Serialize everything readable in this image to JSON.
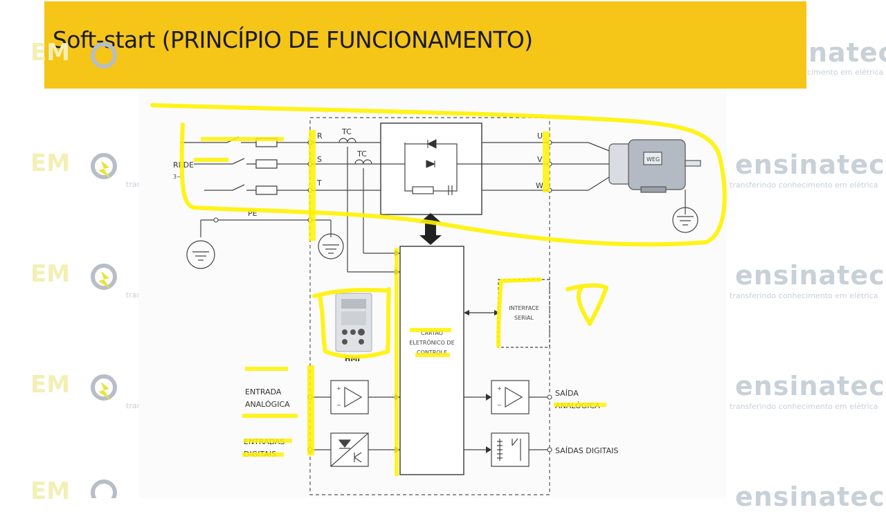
{
  "slide": {
    "title": "Soft-start (PRINCÍPIO DE FUNCIONAMENTO)"
  },
  "watermark": {
    "brand": "ensinatec",
    "tagline": "transferindo conhecimento em elétrica",
    "brand_partial": "natec",
    "tagline_partial": "cimento em elétrica",
    "logo_letters": "EM"
  },
  "diagram": {
    "supply_label": "REDE",
    "supply_phases": "3~",
    "input_phases": [
      "R",
      "S",
      "T"
    ],
    "output_phases": [
      "U",
      "V",
      "W"
    ],
    "current_transformer": "TC",
    "protective_earth": "PE",
    "hmi_label": "HMI",
    "control_card": [
      "CARTÃO",
      "ELETRÔNICO DE",
      "CONTROLE"
    ],
    "serial_interface": [
      "INTERFACE",
      "SERIAL"
    ],
    "analog_input": [
      "ENTRADA",
      "ANALÓGICA"
    ],
    "digital_inputs": [
      "ENTRADAS",
      "DIGITAIS"
    ],
    "analog_output": [
      "SAÍDA",
      "ANALÓGICA"
    ],
    "digital_outputs": "SAÍDAS DIGITAIS",
    "motor_brand": "WEG",
    "highlight_color": "#FFF200"
  },
  "colors": {
    "title_bar": "#F5C518",
    "title_text": "#1a1a2e",
    "watermark": "#c8d0d8",
    "highlighter": "#FFF200"
  }
}
